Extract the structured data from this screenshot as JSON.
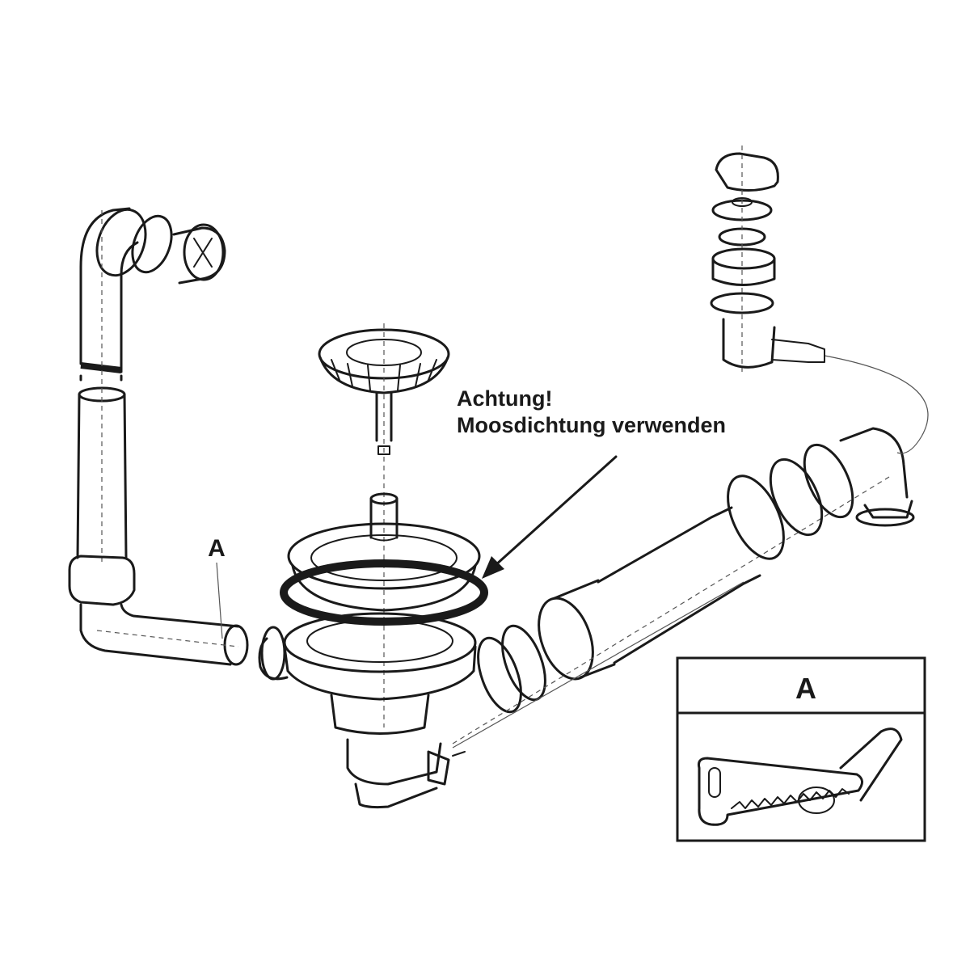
{
  "callout": {
    "line1": "Achtung!",
    "line2": "Moosdichtung verwenden"
  },
  "labels": {
    "pipe_marker": "A",
    "inset_title": "A"
  },
  "colors": {
    "ink": "#1a1a1a",
    "background": "#ffffff"
  }
}
